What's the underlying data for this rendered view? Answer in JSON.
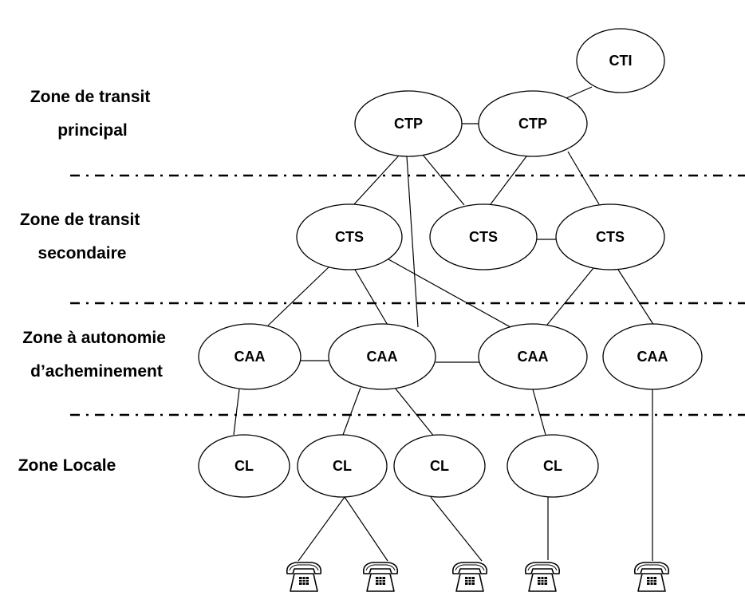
{
  "zones": [
    {
      "id": "principal",
      "lines": [
        "Zone de transit",
        "principal"
      ]
    },
    {
      "id": "secondaire",
      "lines": [
        "Zone de transit",
        "secondaire"
      ]
    },
    {
      "id": "autonomie",
      "lines": [
        "Zone à autonomie",
        "d’acheminement"
      ]
    },
    {
      "id": "locale",
      "lines": [
        "Zone Locale"
      ]
    }
  ],
  "nodes": [
    {
      "id": "cti",
      "label": "CTI"
    },
    {
      "id": "ctp1",
      "label": "CTP"
    },
    {
      "id": "ctp2",
      "label": "CTP"
    },
    {
      "id": "cts1",
      "label": "CTS"
    },
    {
      "id": "cts2",
      "label": "CTS"
    },
    {
      "id": "cts3",
      "label": "CTS"
    },
    {
      "id": "caa1",
      "label": "CAA"
    },
    {
      "id": "caa2",
      "label": "CAA"
    },
    {
      "id": "caa3",
      "label": "CAA"
    },
    {
      "id": "caa4",
      "label": "CAA"
    },
    {
      "id": "cl1",
      "label": "CL"
    },
    {
      "id": "cl2",
      "label": "CL"
    },
    {
      "id": "cl3",
      "label": "CL"
    },
    {
      "id": "cl4",
      "label": "CL"
    }
  ],
  "phones": [
    {
      "id": "phone1",
      "icon": "telephone-icon"
    },
    {
      "id": "phone2",
      "icon": "telephone-icon"
    },
    {
      "id": "phone3",
      "icon": "telephone-icon"
    },
    {
      "id": "phone4",
      "icon": "telephone-icon"
    },
    {
      "id": "phone5",
      "icon": "telephone-icon"
    }
  ],
  "edges": [
    [
      "ctp2",
      "cti"
    ],
    [
      "ctp1",
      "ctp2"
    ],
    [
      "ctp1",
      "cts1"
    ],
    [
      "ctp1",
      "caa2"
    ],
    [
      "ctp1",
      "cts2"
    ],
    [
      "ctp2",
      "cts2"
    ],
    [
      "ctp2",
      "cts3"
    ],
    [
      "cts2",
      "cts3"
    ],
    [
      "cts1",
      "caa1"
    ],
    [
      "cts1",
      "caa2"
    ],
    [
      "cts1",
      "caa3"
    ],
    [
      "cts3",
      "caa3"
    ],
    [
      "cts3",
      "caa4"
    ],
    [
      "caa1",
      "caa2"
    ],
    [
      "caa2",
      "caa3"
    ],
    [
      "caa1",
      "cl1"
    ],
    [
      "caa2",
      "cl2"
    ],
    [
      "caa2",
      "cl3"
    ],
    [
      "caa3",
      "cl4"
    ],
    [
      "cl2",
      "phone1"
    ],
    [
      "cl2",
      "phone2"
    ],
    [
      "cl3",
      "phone3"
    ],
    [
      "cl4",
      "phone4"
    ],
    [
      "caa4",
      "phone5"
    ]
  ]
}
